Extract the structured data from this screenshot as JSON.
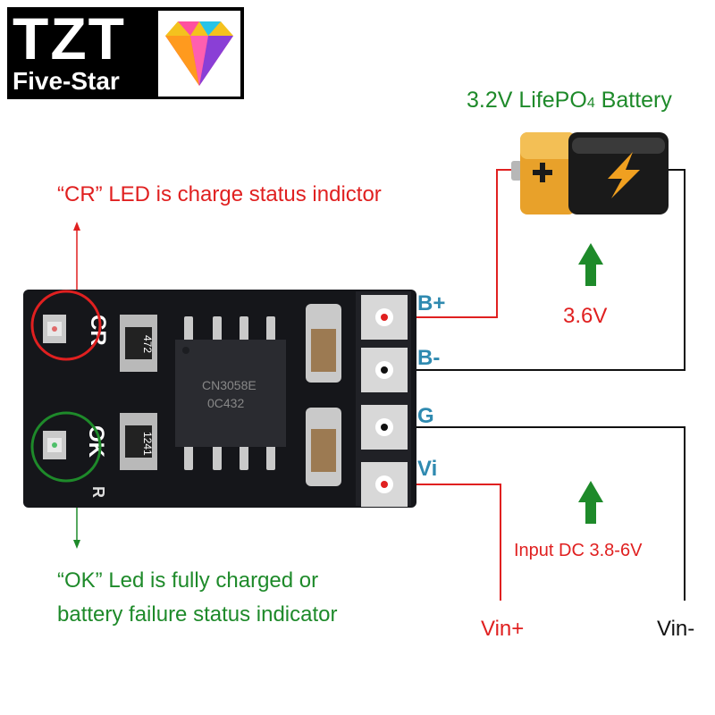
{
  "logo": {
    "line1": "TZT",
    "line2": "Five-Star"
  },
  "battery_label_prefix": "3.2V LifePO",
  "battery_label_sub": "4",
  "battery_label_suffix": " Battery",
  "cr_note": "“CR” LED is charge status indictor",
  "ok_note_line1": "“OK” Led is fully charged or",
  "ok_note_line2": "battery failure status indicator",
  "pins": [
    "B+",
    "B-",
    "G",
    "Vi"
  ],
  "voltage_out": "3.6V",
  "input_note": "Input DC 3.8-6V",
  "vin_plus": "Vin+",
  "vin_minus": "Vin-",
  "board": {
    "led_labels": [
      "CR",
      "OK"
    ],
    "chip_marking_1": "CN3058E",
    "chip_marking_2": "0C432",
    "resistor_codes": [
      "472",
      "1241"
    ],
    "silk_r": "R"
  },
  "colors": {
    "red": "#e02020",
    "green": "#1e8a2a",
    "blue": "#2f8ab0",
    "pcb": "#15161a"
  }
}
